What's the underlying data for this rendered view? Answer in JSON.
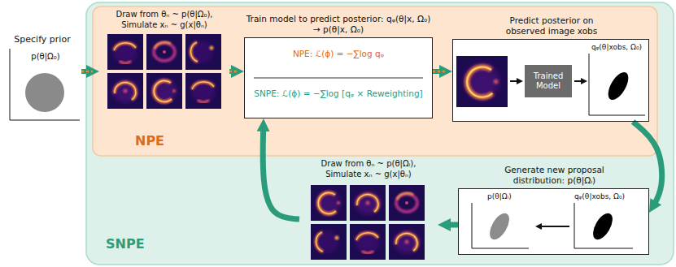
{
  "diagram": {
    "nodes": [
      {
        "text": [
          "Specify prior",
          "p(θ|Ω₀)"
        ]
      },
      {
        "text": [
          "SNPE"
        ]
      },
      {
        "text": [
          "NPE"
        ],
        "in": 1
      },
      {
        "text": [
          "Draw from θₙ ~ p(θ|Ω₀), Simulate xₙ ~ g(x|θₙ)"
        ],
        "in": 2
      },
      {
        "text": [
          "Train model to predict posterior: qᵩ(θ|x, Ω₀) → p(θ|x, Ω₀)",
          "NPE: ℒ(ϕ) = −∑log qᵩ",
          "SNPE: ℒ(ϕ) = −∑log [qᵩ × Reweighting]"
        ],
        "in": 2
      },
      {
        "text": [
          "Predict posterior on observed image xobs",
          "qᵩ(θ|xobs, Ω₀)"
        ],
        "in": 2
      },
      {
        "text": [
          "Trained Model"
        ],
        "in": 5
      },
      {
        "text": [
          "Generate new proposal distribution: p(θ|Ωᵢ)",
          "p(θ|Ωᵢ)",
          "qᵩ(θ|xobs, Ω₀)"
        ],
        "in": 1
      },
      {
        "text": [
          "Draw from θₙ ~ p(θ|Ωᵢ), Simulate xₙ ~ g(x|θₙ)"
        ],
        "in": 1
      }
    ],
    "edges": [
      {
        "from": 0,
        "to": 3,
        "arrow": "to"
      },
      {
        "from": 3,
        "to": 4,
        "arrow": "to"
      },
      {
        "from": 4,
        "to": 5,
        "arrow": "to"
      },
      {
        "from": 5,
        "to": 7,
        "arrow": "to"
      },
      {
        "from": 7,
        "to": 8,
        "arrow": "to"
      },
      {
        "from": 8,
        "to": 4,
        "arrow": "to"
      }
    ]
  }
}
